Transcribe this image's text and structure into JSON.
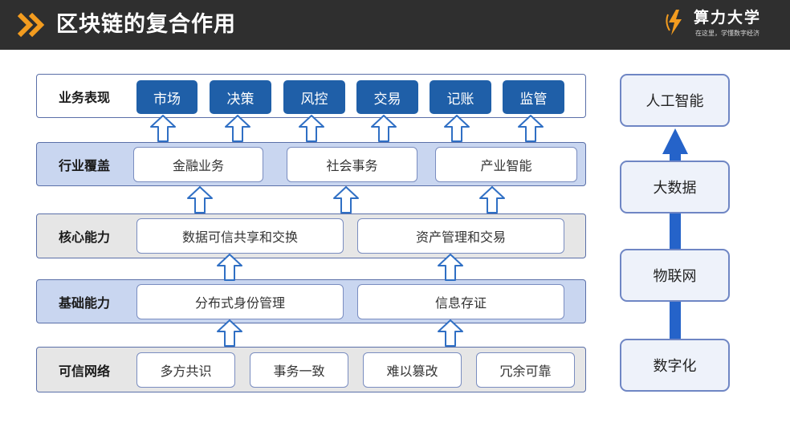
{
  "header": {
    "title": "区块链的复合作用",
    "brand": "算力大学",
    "slogan": "在这里，学懂数字经济"
  },
  "layers": {
    "business": {
      "label": "业务表现",
      "items": [
        "市场",
        "决策",
        "风控",
        "交易",
        "记账",
        "监管"
      ]
    },
    "industry": {
      "label": "行业覆盖",
      "items": [
        "金融业务",
        "社会事务",
        "产业智能"
      ]
    },
    "core": {
      "label": "核心能力",
      "items": [
        "数据可信共享和交换",
        "资产管理和交易"
      ]
    },
    "base": {
      "label": "基础能力",
      "items": [
        "分布式身份管理",
        "信息存证"
      ]
    },
    "network": {
      "label": "可信网络",
      "items": [
        "多方共识",
        "事务一致",
        "难以篡改",
        "冗余可靠"
      ]
    }
  },
  "side_stack": {
    "items": [
      "人工智能",
      "大数据",
      "物联网",
      "数字化"
    ]
  },
  "colors": {
    "header_bg": "#2f2f2f",
    "accent_orange": "#f39c1f",
    "pill_blue": "#1f5fa8",
    "layer_blue": "#c9d6f0",
    "layer_gray": "#e6e6e6",
    "border_blue": "#5a6fa8",
    "arrow_blue": "#2563c9"
  }
}
